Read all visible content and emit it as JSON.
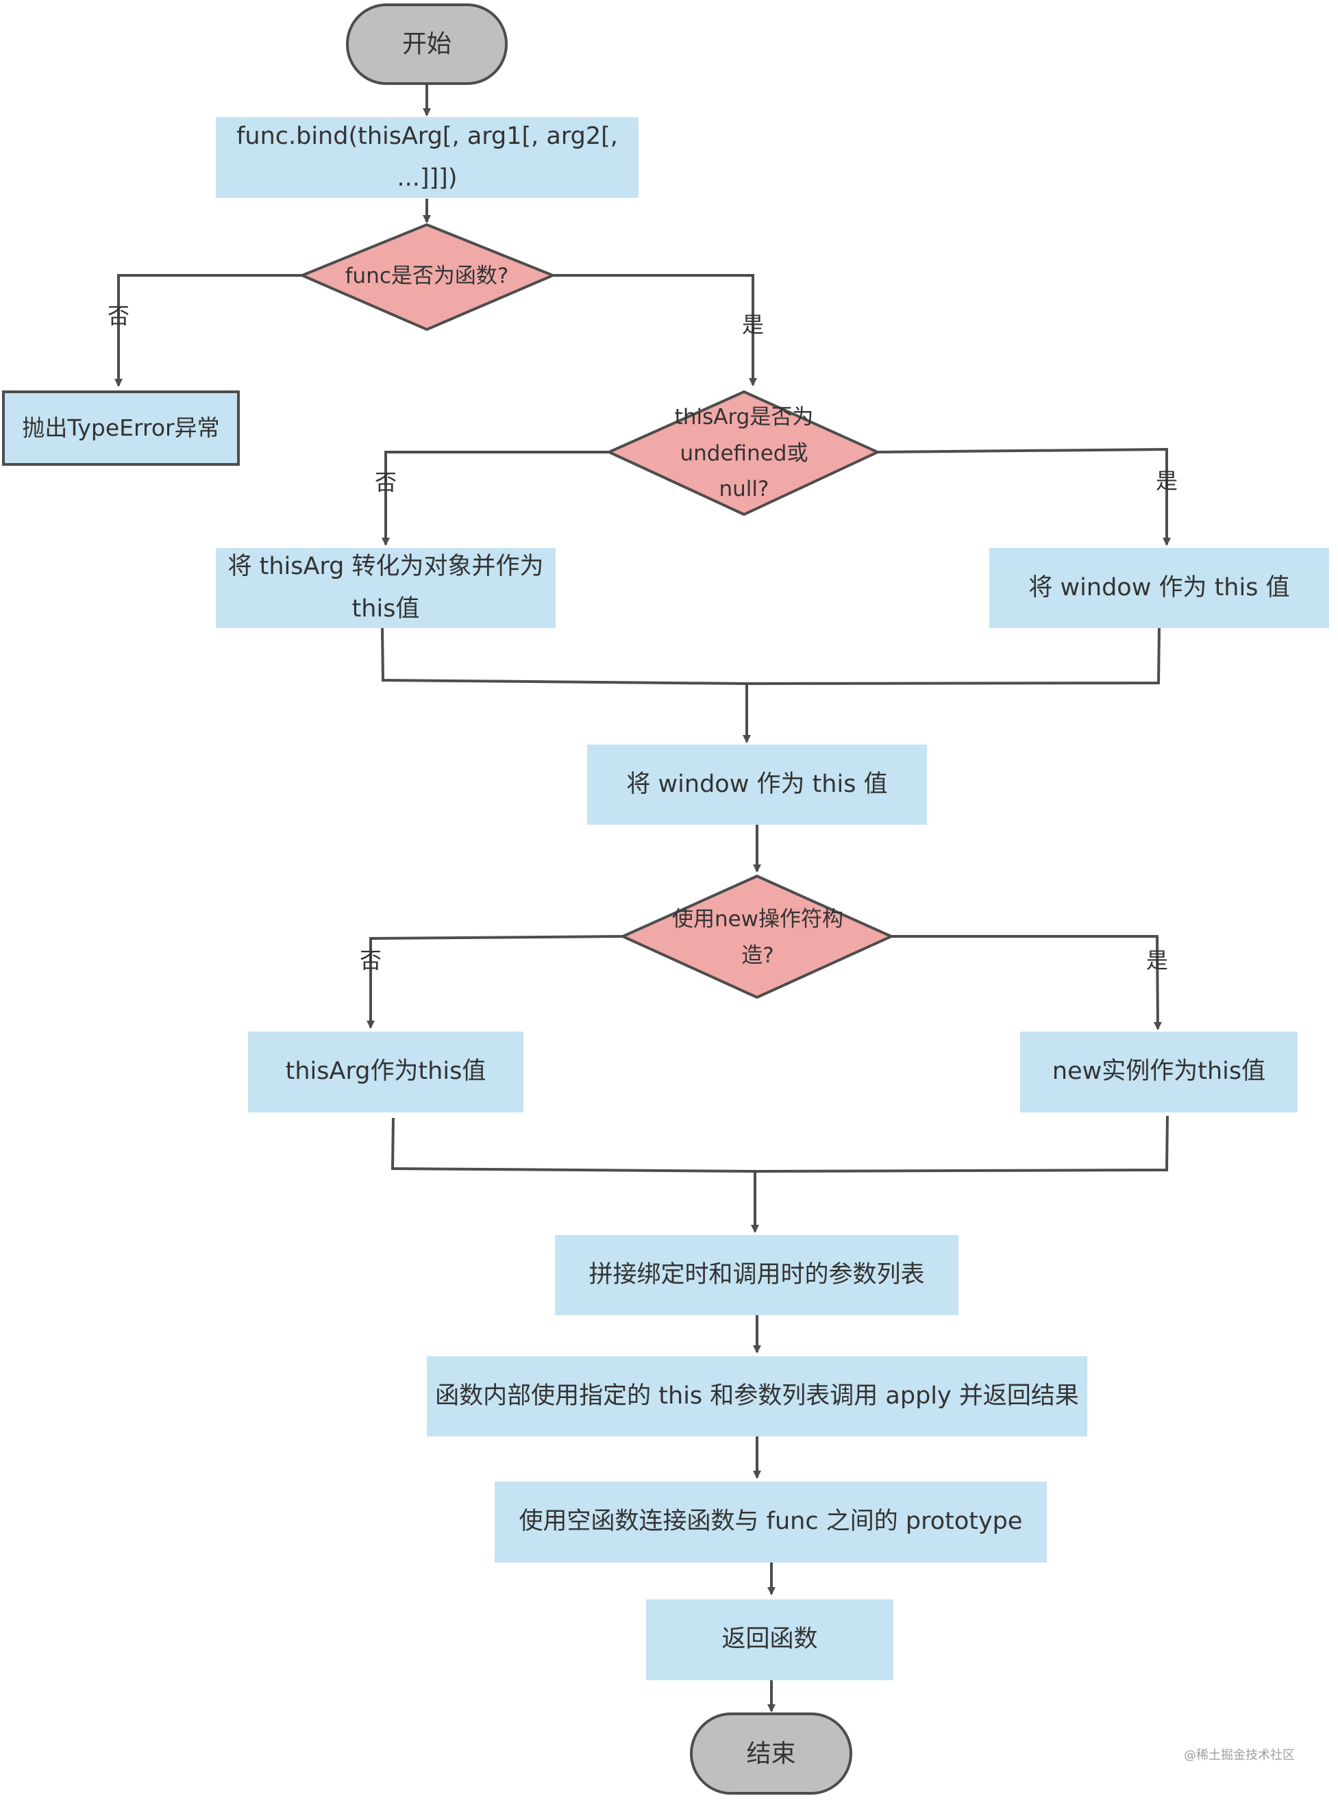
{
  "nodes": {
    "start": "开始",
    "bind_call": "func.bind(thisArg[, arg1[, arg2[, ...]]])",
    "is_function": "func是否为函数?",
    "throw_type_error": "抛出TypeError异常",
    "this_arg_check": "thisArg是否为undefined或null?",
    "convert_this_arg": "将 thisArg 转化为对象并作为this值",
    "window_as_this_a": "将 window 作为 this 值",
    "window_as_this_b": "将 window 作为 this 值",
    "new_check": "使用new操作符构造?",
    "this_arg_as_this": "thisArg作为this值",
    "new_instance_as_this": "new实例作为this值",
    "concat_args": "拼接绑定时和调用时的参数列表",
    "apply_call": "函数内部使用指定的 this 和参数列表调用 apply 并返回结果",
    "link_prototype": "使用空函数连接函数与 func 之间的 prototype",
    "return_function": "返回函数",
    "end": "结束"
  },
  "edge_labels": {
    "is_function_no": "否",
    "is_function_yes": "是",
    "this_arg_no": "否",
    "this_arg_yes": "是",
    "new_no": "否",
    "new_yes": "是"
  },
  "watermark": "@稀土掘金技术社区",
  "colors": {
    "process_fill": "#c5e3f2",
    "decision_fill": "#f0a9a7",
    "terminal_fill": "#bfbfbf",
    "stroke": "#4d4d4d",
    "text": "#333333"
  }
}
